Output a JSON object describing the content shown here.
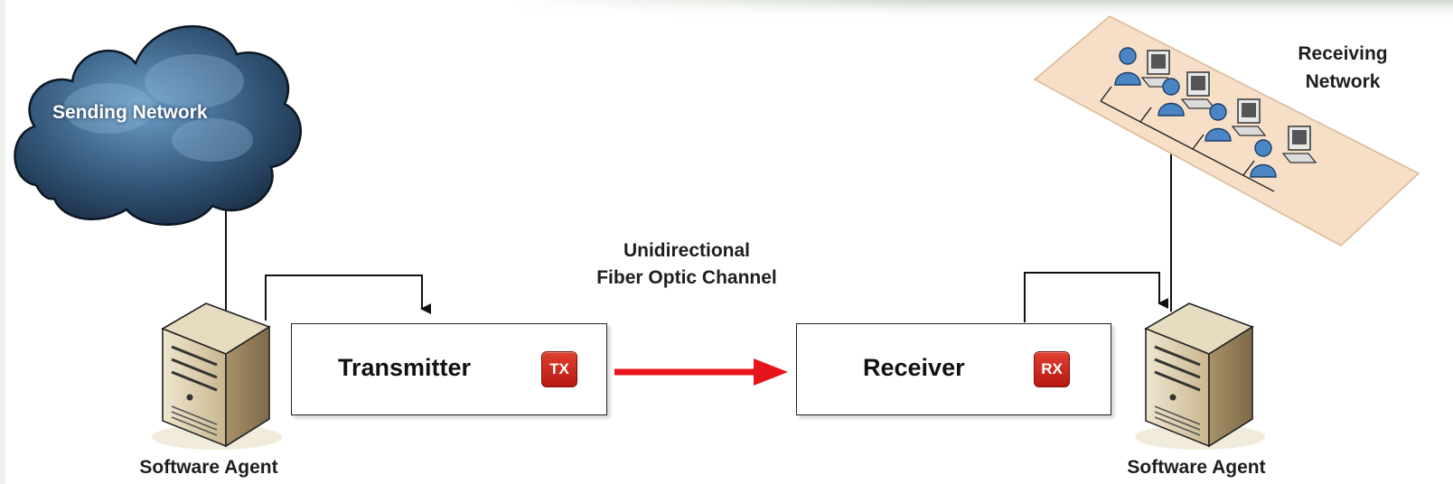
{
  "sending_network": {
    "label": "Sending Network"
  },
  "receiving_network": {
    "label_line1": "Receiving",
    "label_line2": "Network"
  },
  "channel": {
    "label_line1": "Unidirectional",
    "label_line2": "Fiber Optic Channel"
  },
  "transmitter": {
    "label": "Transmitter",
    "badge": "TX"
  },
  "receiver": {
    "label": "Receiver",
    "badge": "RX"
  },
  "agent_left": {
    "label": "Software Agent"
  },
  "agent_right": {
    "label": "Software Agent"
  },
  "colors": {
    "arrow": "#e8141b",
    "cloud": "#2d4e6e",
    "badge": "#c8241a",
    "floor": "#f6dfc6"
  }
}
